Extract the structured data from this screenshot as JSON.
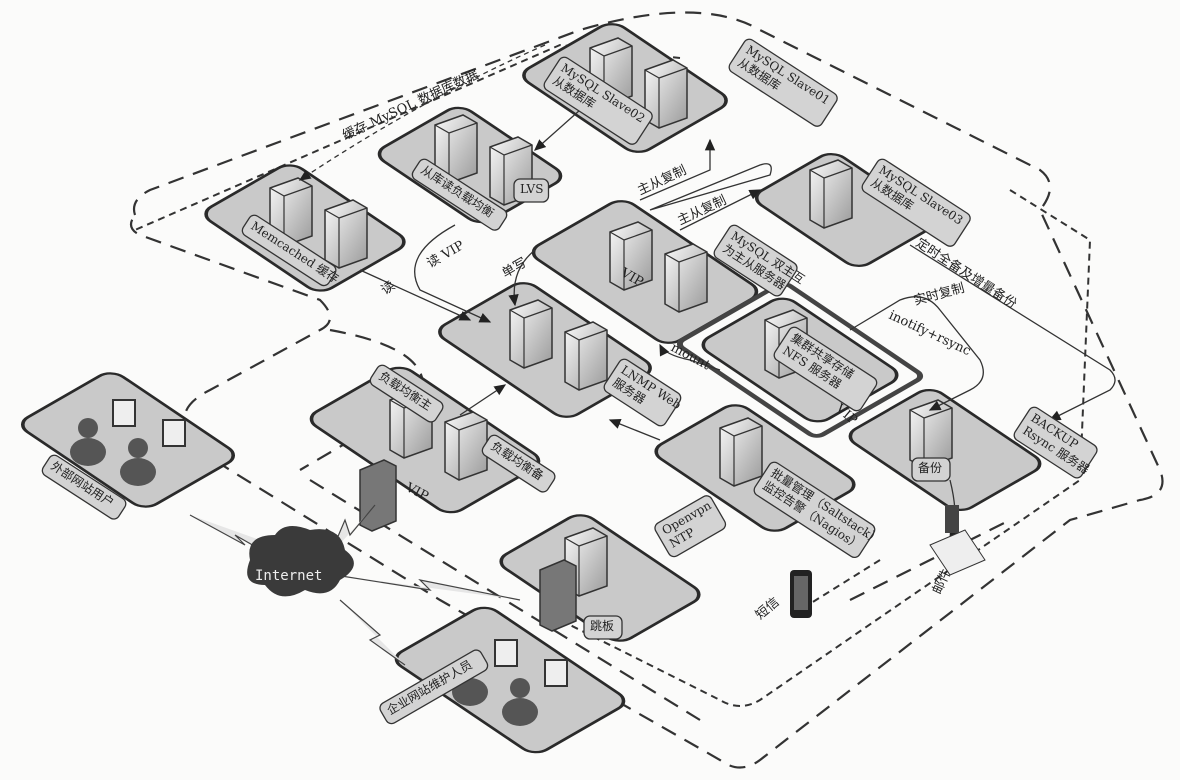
{
  "title_note": "缓存 MySQL 数据库数据",
  "platforms": {
    "memcached": "Memcached 缓存",
    "slave_lb": "从库读负载均衡",
    "lvs": "LVS",
    "slave02": [
      "MySQL Slave02",
      "从数据库"
    ],
    "slave01": [
      "MySQL Slave01",
      "从数据库"
    ],
    "slave03": [
      "MySQL Slave03",
      "从数据库"
    ],
    "master": [
      "MySQL 双主互",
      "为主从服务器"
    ],
    "nfs": [
      "集群共享存储",
      "NFS 服务器"
    ],
    "lnmp": [
      "LNMP Web",
      "服务器"
    ],
    "backup": [
      "BACKUP",
      "Rsync 服务器"
    ],
    "backup_tag": "备份",
    "lb_master": "负载均衡主",
    "lb_backup": "负载均衡备",
    "ext_users": "外部网站用户",
    "mgmt": [
      "批量管理（Saltstack）",
      "监控告警（Nagios）"
    ],
    "vpn": [
      "Openvpn",
      "NTP"
    ],
    "jump": "跳板",
    "staff": "企业网站维护人员",
    "internet": "Internet"
  },
  "edges": {
    "read_vip": "读 VIP",
    "read": "读",
    "single_write": "单写",
    "repl1": "主从复制",
    "repl2": "主从复制",
    "vip_master": "VIP",
    "vip_nfs": "VIP",
    "vip_lb": "VIP",
    "mount": "mount",
    "realtime": "实时复制",
    "inotify": "inotify+rsync",
    "scheduled_backup": "定时全备及增量备份",
    "sms": "短信",
    "mail": "邮件"
  }
}
